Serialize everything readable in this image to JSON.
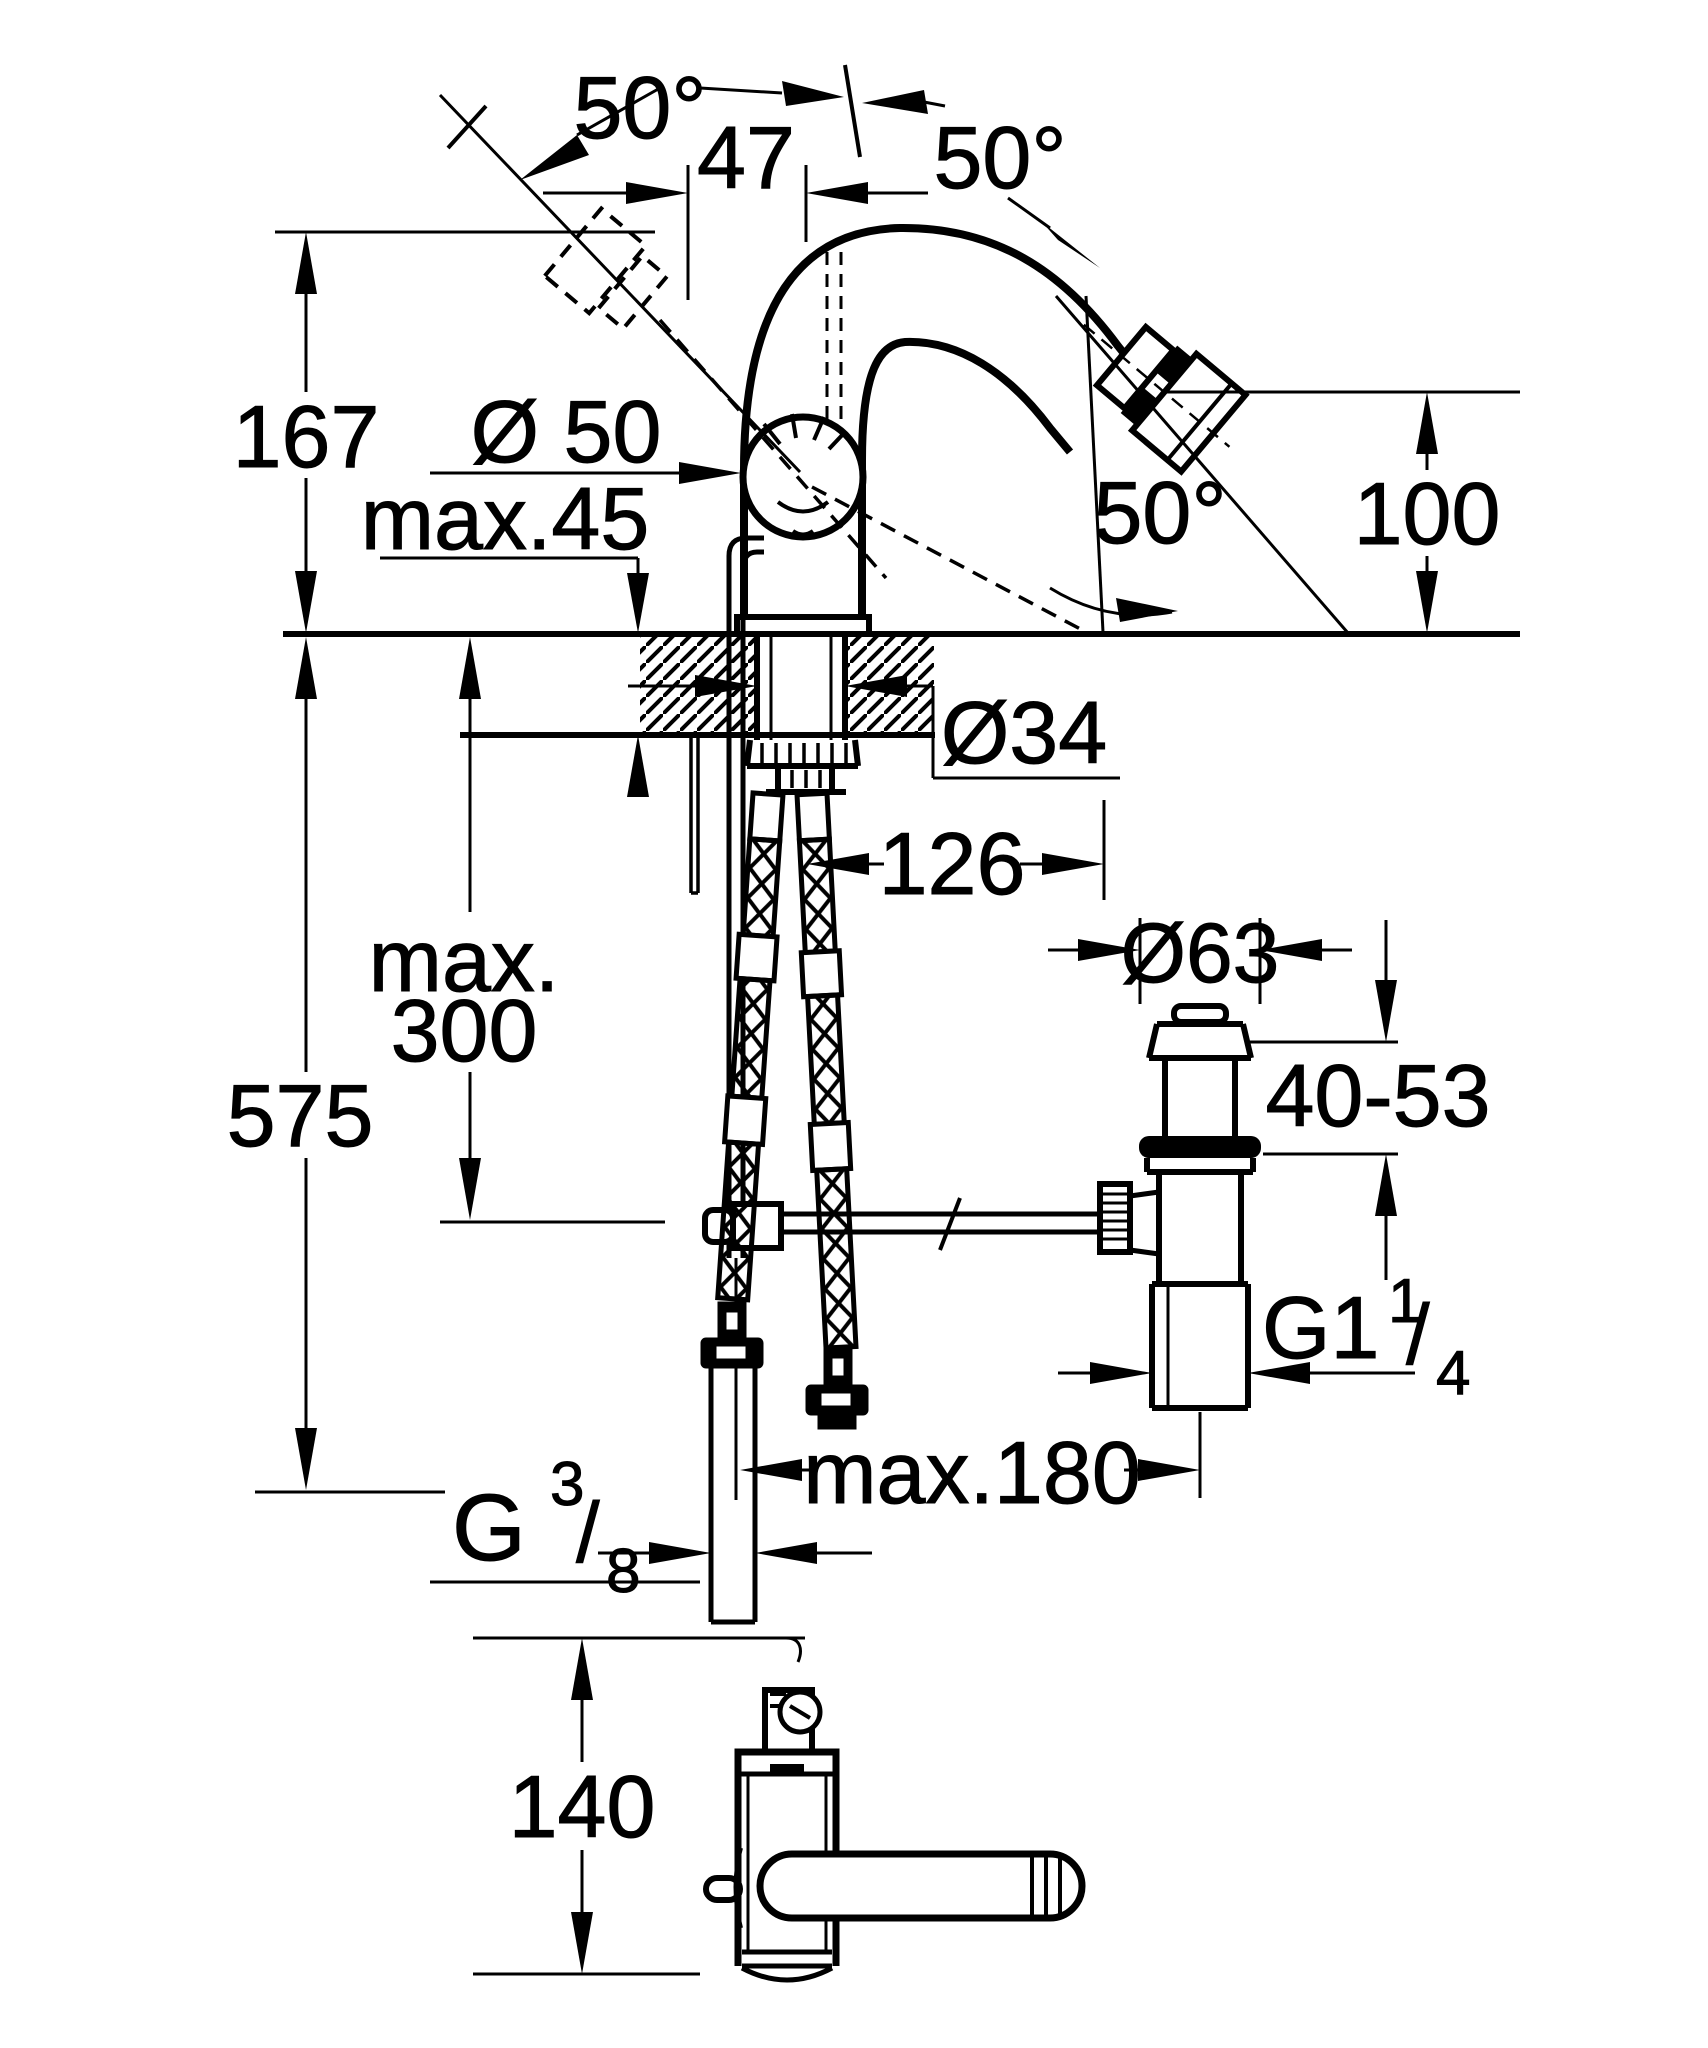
{
  "drawing": {
    "kind": "installation-diagram",
    "units": "mm",
    "colors": {
      "line": "#000000",
      "background": "#ffffff"
    },
    "dim": {
      "angle_left": "50°",
      "angle_mid": "50°",
      "angle_outlet": "50°",
      "width_top": "47",
      "height_spout": "167",
      "dia_handle": "Ø 50",
      "deck_thickness": "max.45",
      "outlet_height": "100",
      "dia_hole": "Ø34",
      "hose_offset": "126",
      "riser_max_line1": "max.",
      "riser_max_line2": "300",
      "total_height": "575",
      "dia_waste": "Ø63",
      "waste_range": "40-53",
      "waste_thread_base": "G1",
      "waste_thread_sup": "1",
      "waste_thread_slash": "/",
      "waste_thread_sub": "4",
      "reach_max": "max.180",
      "supply_thread_base": "G",
      "supply_thread_sup": "3",
      "supply_thread_slash": "/",
      "supply_thread_sub": "8",
      "side_height": "140"
    }
  }
}
